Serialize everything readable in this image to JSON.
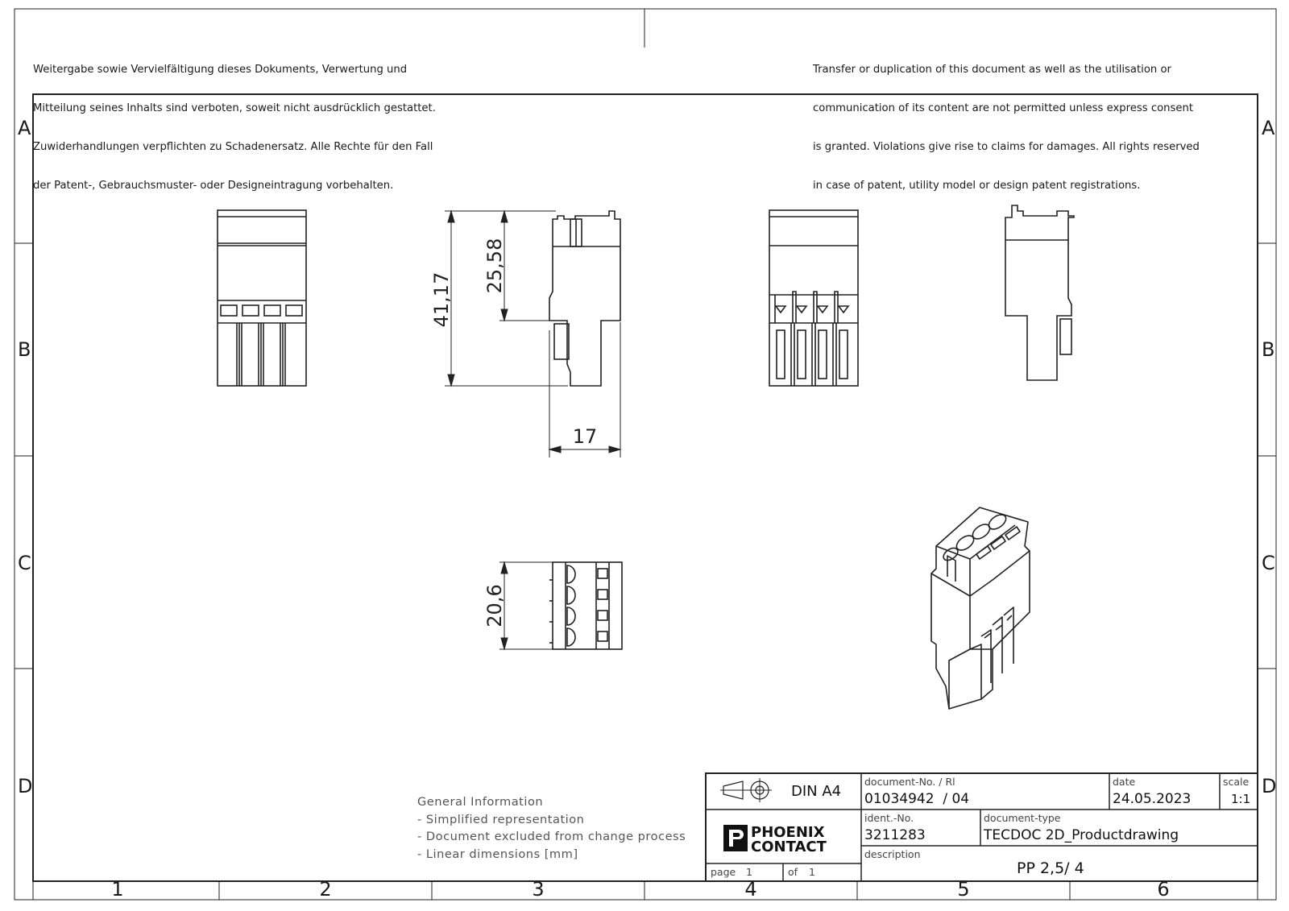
{
  "notices": {
    "de": [
      "Weitergabe sowie Vervielfältigung dieses Dokuments, Verwertung und",
      "Mitteilung seines Inhalts sind verboten, soweit nicht ausdrücklich gestattet.",
      "Zuwiderhandlungen verpflichten zu Schadenersatz. Alle Rechte für den Fall",
      "der Patent-, Gebrauchsmuster- oder Designeintragung vorbehalten."
    ],
    "en": [
      "Transfer or duplication of this document as well as the utilisation or",
      "communication of its content are not permitted unless express consent",
      "is granted. Violations give rise to claims for damages. All rights reserved",
      "in case of patent, utility model or design patent registrations."
    ]
  },
  "grid": {
    "rows": [
      "A",
      "B",
      "C",
      "D"
    ],
    "columns": [
      "1",
      "2",
      "3",
      "4",
      "5",
      "6"
    ]
  },
  "dimensions": {
    "overall_height": "41,17",
    "upper_height": "25,58",
    "width": "17",
    "depth": "20,6"
  },
  "general_info": {
    "heading": "General Information",
    "lines": [
      "- Simplified representation",
      "- Document excluded from change process",
      "- Linear dimensions [mm]"
    ]
  },
  "title_block": {
    "format": "DIN A4",
    "brand_line1": "PHOENIX",
    "brand_line2": "CONTACT",
    "page_label": "page",
    "page_value": "1",
    "of_label": "of",
    "of_value": "1",
    "document_no_label": "document-No. / Rl",
    "document_no_value": "01034942  / 04",
    "date_label": "date",
    "date_value": "24.05.2023",
    "scale_label": "scale",
    "scale_value": "1:1",
    "ident_label": "ident.-No.",
    "ident_value": "3211283",
    "doctype_label": "document-type",
    "doctype_value": "TECDOC 2D_Productdrawing",
    "description_label": "description",
    "description_value": "PP 2,5/ 4"
  },
  "colors": {
    "line": "#222222",
    "text": "#1a1a1a"
  }
}
